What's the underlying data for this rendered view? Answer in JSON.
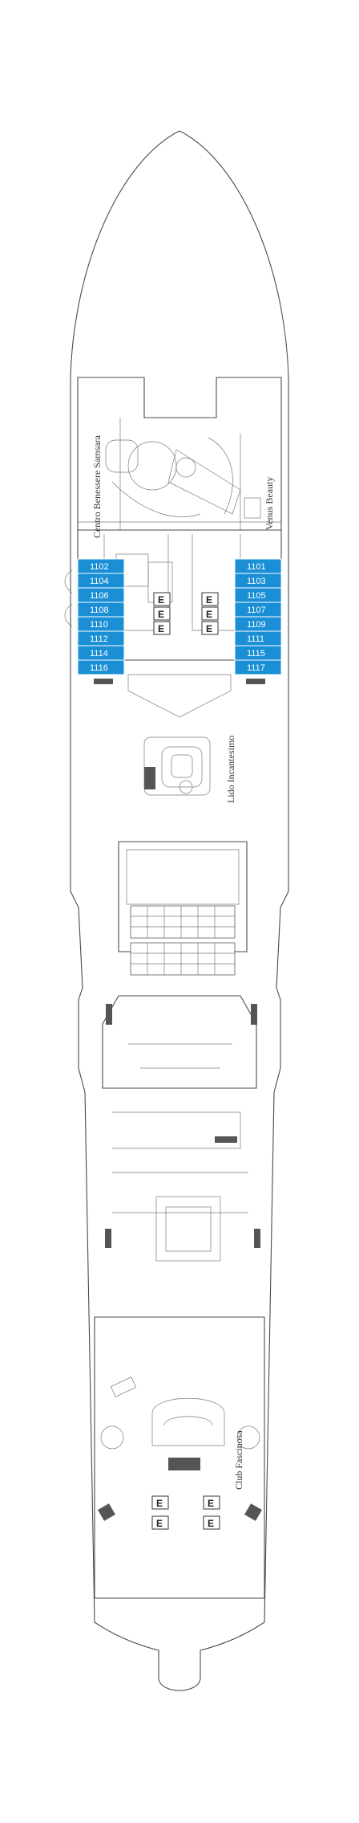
{
  "cabins_left": [
    "1102",
    "1104",
    "1106",
    "1108",
    "1110",
    "1112",
    "1114",
    "1116"
  ],
  "cabins_right": [
    "1101",
    "1103",
    "1105",
    "1107",
    "1109",
    "1111",
    "1115",
    "1117"
  ],
  "areas": {
    "spa": "Centro Benessere Samsara",
    "beauty": "Venus Beauty",
    "lido": "Lido Incantesimo",
    "club": "Club Fascinosa"
  },
  "elevator_letter": "E",
  "colors": {
    "cabin": "#1a8fd6",
    "outline": "#4a4a4a"
  }
}
